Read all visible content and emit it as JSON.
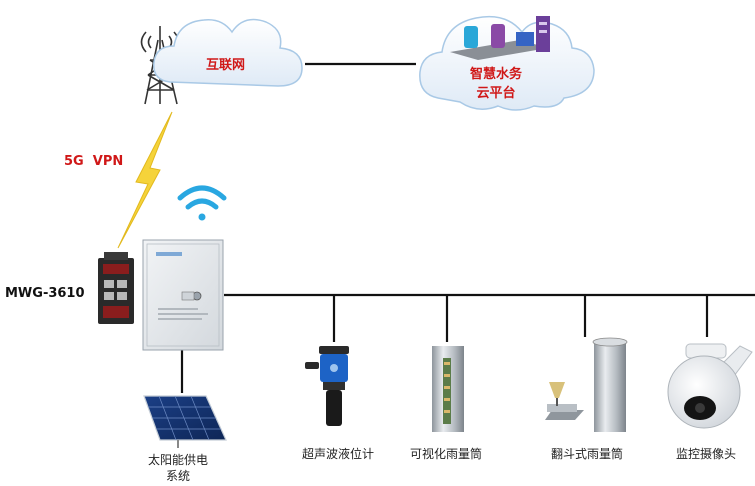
{
  "nodes": {
    "internet": {
      "label": "互联网"
    },
    "cloud_platform": {
      "label_line1": "智慧水务",
      "label_line2": "云平台"
    },
    "link_5g": {
      "label": "5G  VPN"
    },
    "gateway": {
      "label": "MWG-3610"
    },
    "solar": {
      "label_line1": "太阳能供电",
      "label_line2": "系统"
    },
    "level_meter": {
      "label": "超声波液位计"
    },
    "visual_gauge": {
      "label": "可视化雨量筒"
    },
    "bucket_gauge": {
      "label": "翻斗式雨量筒"
    },
    "camera": {
      "label": "监控摄像头"
    }
  },
  "colors": {
    "cloud_fill": "#eef5fc",
    "cloud_stroke": "#a9c9e6",
    "label_red": "#d01818",
    "lightning": "#f5d33a",
    "wifi": "#29a7e1",
    "line": "#111111",
    "cabinet": "#e4e8ec",
    "gateway_body": "#2a2a2a",
    "gauge_steel": "#bcc2c8",
    "meter_blue": "#1d63c6"
  }
}
